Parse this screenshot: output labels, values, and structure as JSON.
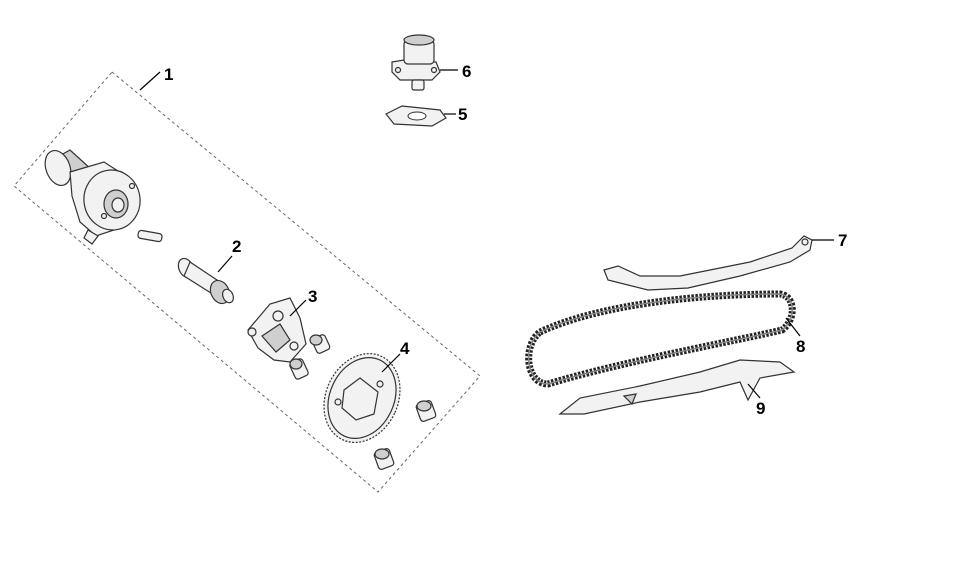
{
  "callouts": [
    {
      "id": "1",
      "text": "1"
    },
    {
      "id": "2",
      "text": "2"
    },
    {
      "id": "3",
      "text": "3"
    },
    {
      "id": "4",
      "text": "4"
    },
    {
      "id": "5",
      "text": "5"
    },
    {
      "id": "6",
      "text": "6"
    },
    {
      "id": "7",
      "text": "7"
    },
    {
      "id": "8",
      "text": "8"
    },
    {
      "id": "9",
      "text": "9"
    }
  ],
  "parts": {
    "camshaft_assembly": "camshaft-assembly",
    "rocker_shaft": "rocker-shaft",
    "rocker_arm": "rocker-arm",
    "cam_sprocket": "cam-sprocket",
    "tensioner_gasket": "tensioner-gasket",
    "chain_tensioner": "chain-tensioner",
    "tensioner_guide": "tensioner-guide",
    "timing_chain": "timing-chain",
    "chain_guide": "chain-guide"
  },
  "colors": {
    "line": "#333333",
    "fill": "#f2f2f2",
    "shade": "#cfcfcf",
    "chain": "#555555"
  }
}
